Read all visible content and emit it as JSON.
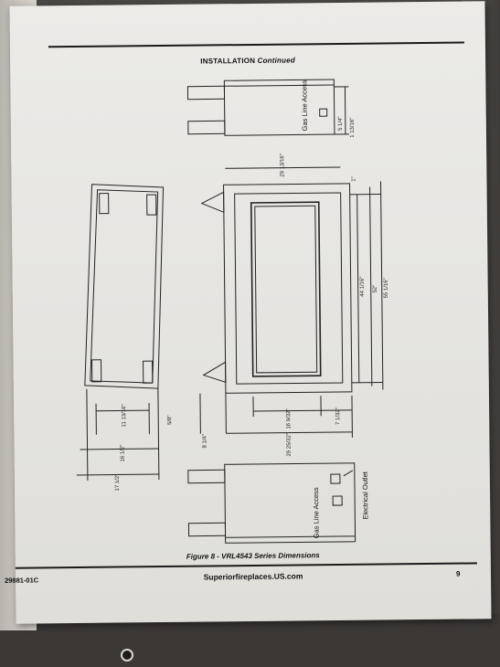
{
  "header": {
    "title": "INSTALLATION",
    "title_suffix": "Continued"
  },
  "figure": {
    "caption": "Figure 8 - VRL4543 Series Dimensions",
    "top_view_labels": {
      "gas_line_access": "Gas Line Access",
      "dim_a": "5 1/4\"",
      "dim_b": "1 13/16\""
    },
    "front_view_labels": {
      "width_top": "29 13/16\"",
      "dim_top_right": "1\"",
      "height_1": "44 1/16\"",
      "height_2": "52\"",
      "height_3": "55 1/16\"",
      "bottom_1": "16 9/32\"",
      "bottom_2": "7 1/32\"",
      "bottom_3": "29 25/32\"",
      "left_offset": "8 1/4\""
    },
    "side_view_labels": {
      "dim_1": "11 13/16\"",
      "dim_2": "5/8\"",
      "dim_3": "16 1/2\"",
      "dim_4": "17 1/2\""
    },
    "bottom_view_labels": {
      "gas_line_access": "Gas Line Access",
      "electrical_outlet": "Electrical Outlet"
    }
  },
  "footer": {
    "doc_number": "29881-01C",
    "website": "Superiorfireplaces.US.com",
    "page_number": "9"
  }
}
